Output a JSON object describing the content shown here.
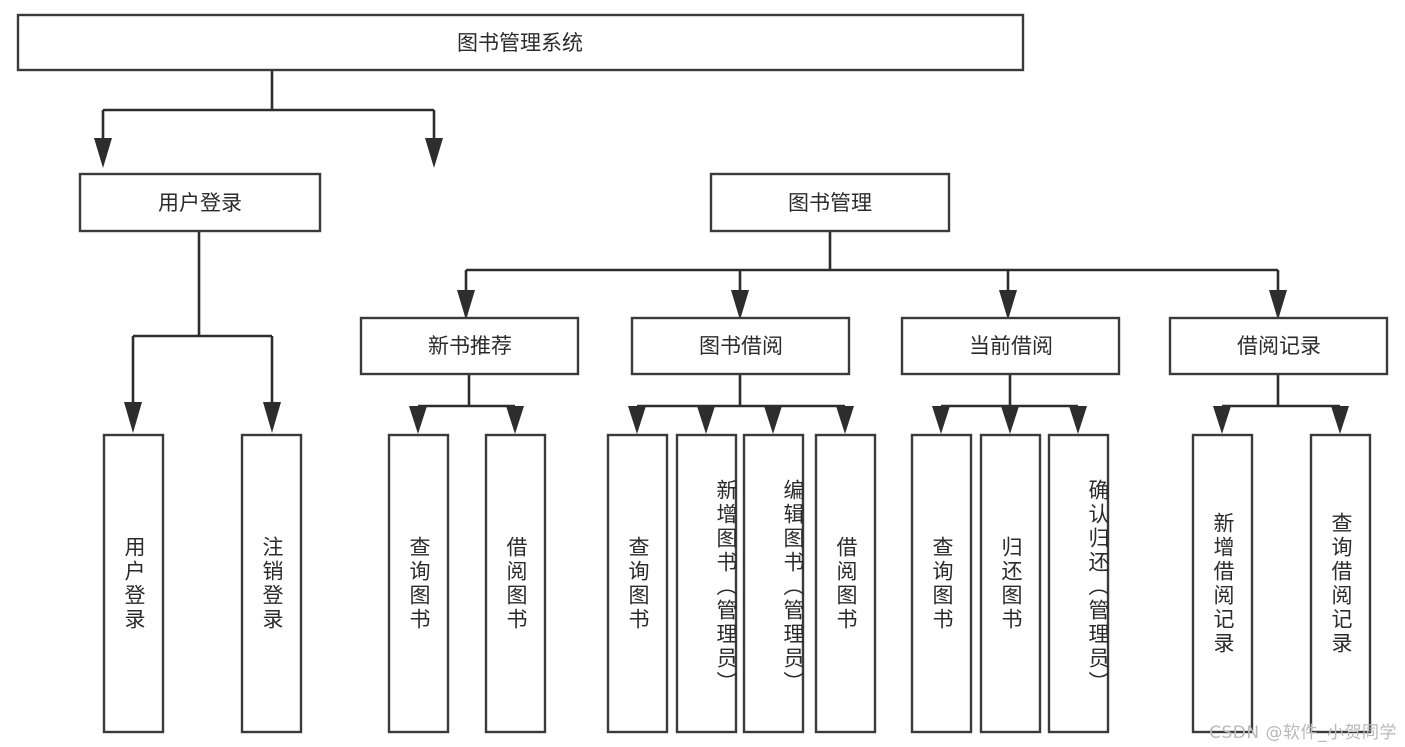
{
  "diagram": {
    "title": "图书管理系统",
    "watermark": "CSDN @软件_小贺同学",
    "colors": {
      "box_stroke": "#3a3a3a",
      "connector": "#2d2d2d",
      "text": "#2b2b2b",
      "background": "#ffffff",
      "watermark": "#b9b9b9"
    },
    "root": {
      "label": "图书管理系统"
    },
    "level1": [
      {
        "label": "用户登录"
      },
      {
        "label": "图书管理"
      }
    ],
    "level2": [
      {
        "label": "新书推荐"
      },
      {
        "label": "图书借阅"
      },
      {
        "label": "当前借阅"
      },
      {
        "label": "借阅记录"
      }
    ],
    "leaves": {
      "user_login": [
        {
          "label": "用户登录"
        },
        {
          "label": "注销登录"
        }
      ],
      "new_book_recommend": [
        {
          "label": "查询图书"
        },
        {
          "label": "借阅图书"
        }
      ],
      "book_borrow": [
        {
          "label": "查询图书"
        },
        {
          "label": "新增图书（管理员）"
        },
        {
          "label": "编辑图书（管理员）"
        },
        {
          "label": "借阅图书"
        }
      ],
      "current_borrow": [
        {
          "label": "查询图书"
        },
        {
          "label": "归还图书"
        },
        {
          "label": "确认归还（管理员）"
        }
      ],
      "borrow_record": [
        {
          "label": "新增借阅记录"
        },
        {
          "label": "查询借阅记录"
        }
      ]
    }
  }
}
